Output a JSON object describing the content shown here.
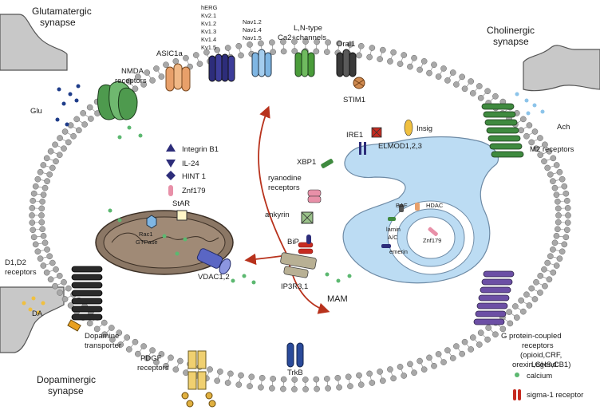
{
  "synapses": {
    "glutamatergic": [
      "Glutamatergic",
      "synapse"
    ],
    "cholinergic": [
      "Cholinergic",
      "synapse"
    ],
    "dopaminergic": [
      "Dopaminergic",
      "synapse"
    ]
  },
  "labels": {
    "nmda": [
      "NMDA",
      "receptors"
    ],
    "glu": "Glu",
    "asic": "ASIC1a",
    "k_channels": [
      "hERG",
      "Kv2.1",
      "Kv1.2",
      "Kv1.3",
      "Kv1.4",
      "Kv1.5"
    ],
    "na_channels": [
      "Nav1.2",
      "Nav1.4",
      "Nav1.5"
    ],
    "ca_channels": [
      "L,N-type",
      "Ca2+channels"
    ],
    "orai": "Orai1",
    "stim": "STIM1",
    "ach": "Ach",
    "m2": "M2 receptors",
    "d1d2": [
      "D1,D2",
      "receptors"
    ],
    "da": "DA",
    "dat": [
      "Dopamine",
      "transporter"
    ],
    "pdgf": [
      "PDGF",
      "receptors"
    ],
    "trkb": "TrkB",
    "gpcr": [
      "G protein-coupled",
      "receptors",
      "(opioid,CRF,",
      "orexin,GHS,CB1)"
    ],
    "star": "StAR",
    "rac1": [
      "Rac1",
      "GTPase"
    ],
    "vdac": "VDAC1,2",
    "xbp1": "XBP1",
    "ire1": "IRE1",
    "elmod": "ELMOD1,2,3",
    "insig": "Insig",
    "ryanodine": [
      "ryanodine",
      "receptors"
    ],
    "ankyrin": "ankyrin",
    "bip": "BiP",
    "ip3r": "IP3R3,1",
    "mam": "MAM",
    "baf": "BAF",
    "hdac": "HDAC",
    "lamin": [
      "lamin",
      "A/C"
    ],
    "znf_nuc": "Znf179",
    "emerin": "emerin"
  },
  "key": {
    "integrin": "Integrin B1",
    "il24": "IL-24",
    "hint1": "HINT 1",
    "znf179": "Znf179"
  },
  "legend": {
    "title": "Legend:",
    "calcium": "calcium",
    "sigma": "sigma-1 receptor"
  },
  "colors": {
    "membrane_head": "#a8a8a8",
    "er": "#bcdcf3",
    "mito": "#8b7765",
    "nmda": "#4e9a4e",
    "asic": "#e8a06a",
    "kchannel": "#2d2d7a",
    "nachannel": "#7fb6e3",
    "cachannel": "#4a9c3a",
    "orai": "#3a3a3a",
    "m2": "#3f8a3f",
    "gpcr": "#6c4fa5",
    "d1d2": "#2a2a2a",
    "calcium": "#5cb870",
    "glu_dot": "#1f3d8a",
    "ach_dot": "#8cc4ea",
    "da_dot": "#f0c040",
    "arrow": "#b8321c",
    "sigma": "#c62a20"
  }
}
